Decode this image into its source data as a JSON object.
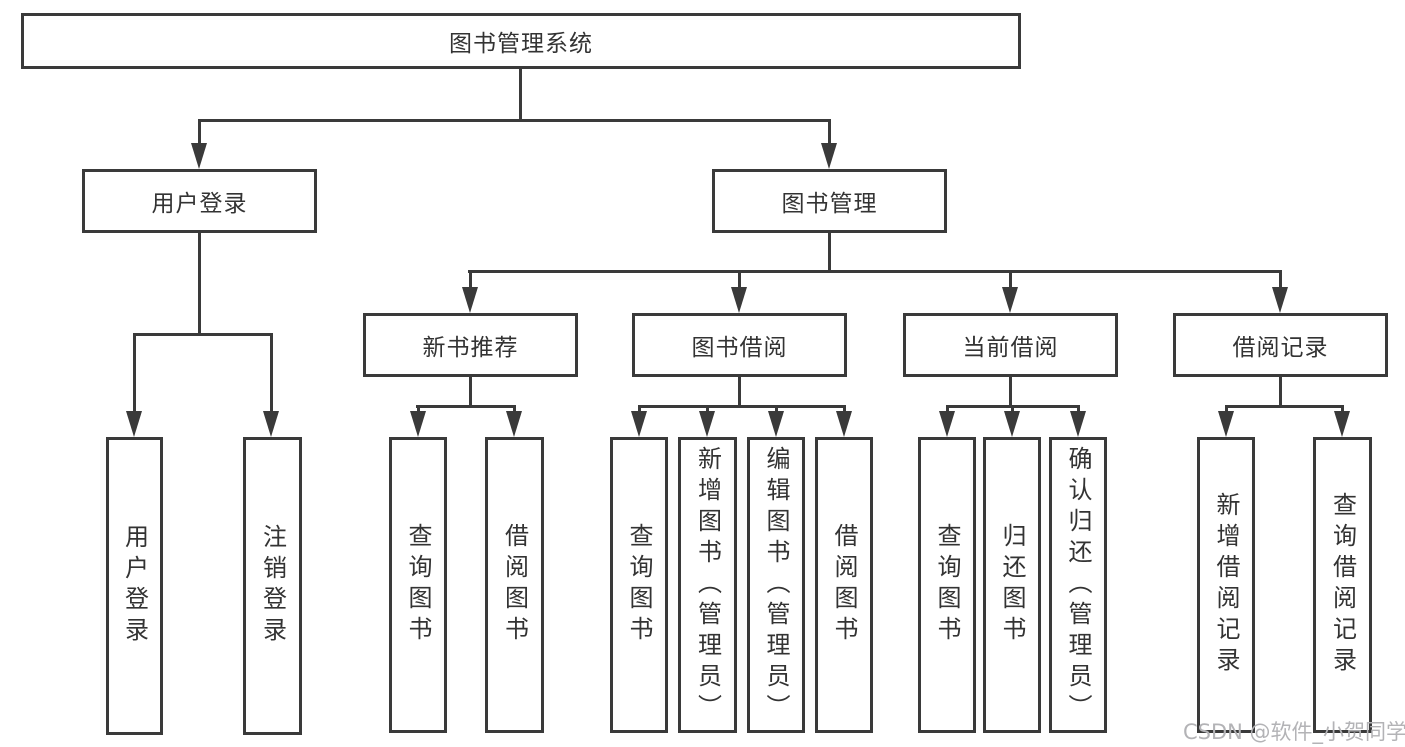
{
  "nodes": {
    "root": "图书管理系统",
    "user_login": "用户登录",
    "book_mgmt": "图书管理",
    "login": "用户登录",
    "logout": "注销登录",
    "new_books": "新书推荐",
    "book_borrow": "图书借阅",
    "current_borrow": "当前借阅",
    "borrow_records": "借阅记录",
    "nb_query": "查询图书",
    "nb_borrow": "借阅图书",
    "bb_query": "查询图书",
    "bb_add": "新增图书（管理员）",
    "bb_edit": "编辑图书（管理员）",
    "bb_borrow": "借阅图书",
    "cb_query": "查询图书",
    "cb_return": "归还图书",
    "cb_confirm": "确认归还（管理员）",
    "br_add": "新增借阅记录",
    "br_query": "查询借阅记录"
  },
  "watermark": "CSDN @软件_小贺同学",
  "colors": {
    "line": "#3a3a3a",
    "text": "#333333",
    "watermark": "#b3b3b6",
    "background": "#ffffff"
  }
}
